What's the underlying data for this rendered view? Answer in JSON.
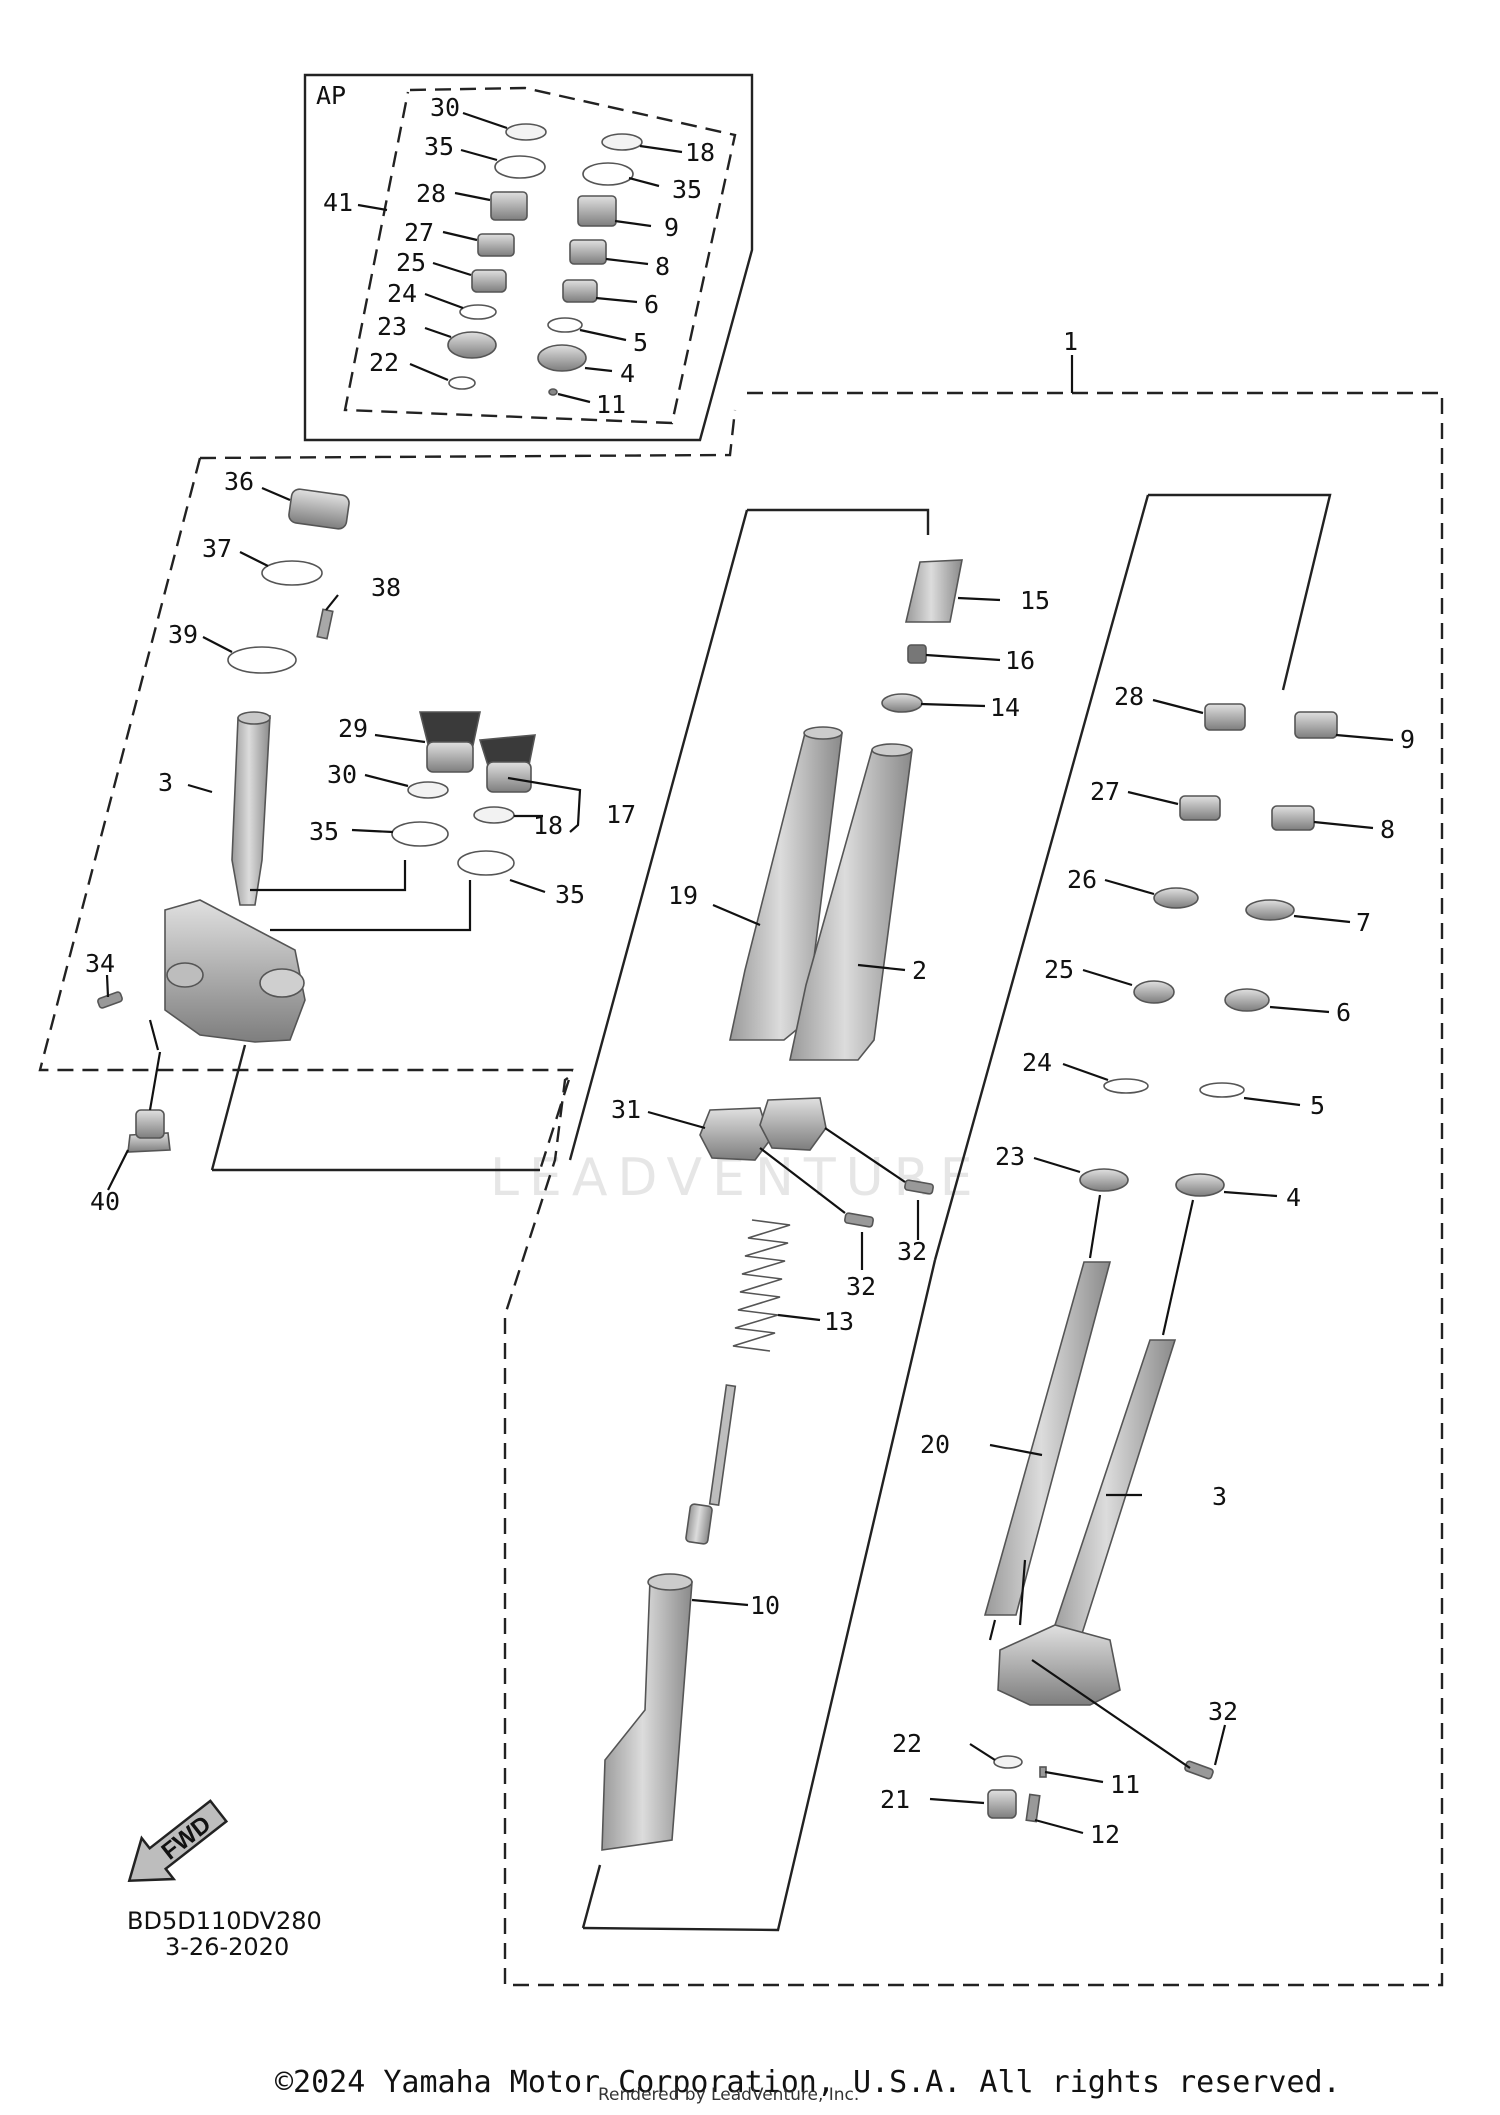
{
  "assembly_label": "AP",
  "watermark": "LEADVENTURE",
  "fwd_label": "FWD",
  "diagram_code": "BD5D110DV280",
  "diagram_date": "3-26-2020",
  "copyright": "©2024 Yamaha Motor Corporation, U.S.A. All rights reserved.",
  "rendered_by": "Rendered by LeadVenture, Inc.",
  "callouts": {
    "ap": [
      "30",
      "35",
      "28",
      "27",
      "25",
      "24",
      "23",
      "22",
      "41",
      "18",
      "35",
      "9",
      "8",
      "6",
      "5",
      "4",
      "11"
    ],
    "upper_left": [
      "36",
      "37",
      "38",
      "39",
      "3",
      "29",
      "30",
      "35",
      "34",
      "40",
      "17",
      "18",
      "35"
    ],
    "inner": [
      "15",
      "16",
      "14",
      "19",
      "2",
      "31",
      "32",
      "32",
      "13",
      "10"
    ],
    "right": [
      "1",
      "28",
      "9",
      "27",
      "8",
      "26",
      "7",
      "25",
      "6",
      "24",
      "5",
      "23",
      "4",
      "20",
      "3",
      "22",
      "32",
      "11",
      "21",
      "12"
    ]
  }
}
